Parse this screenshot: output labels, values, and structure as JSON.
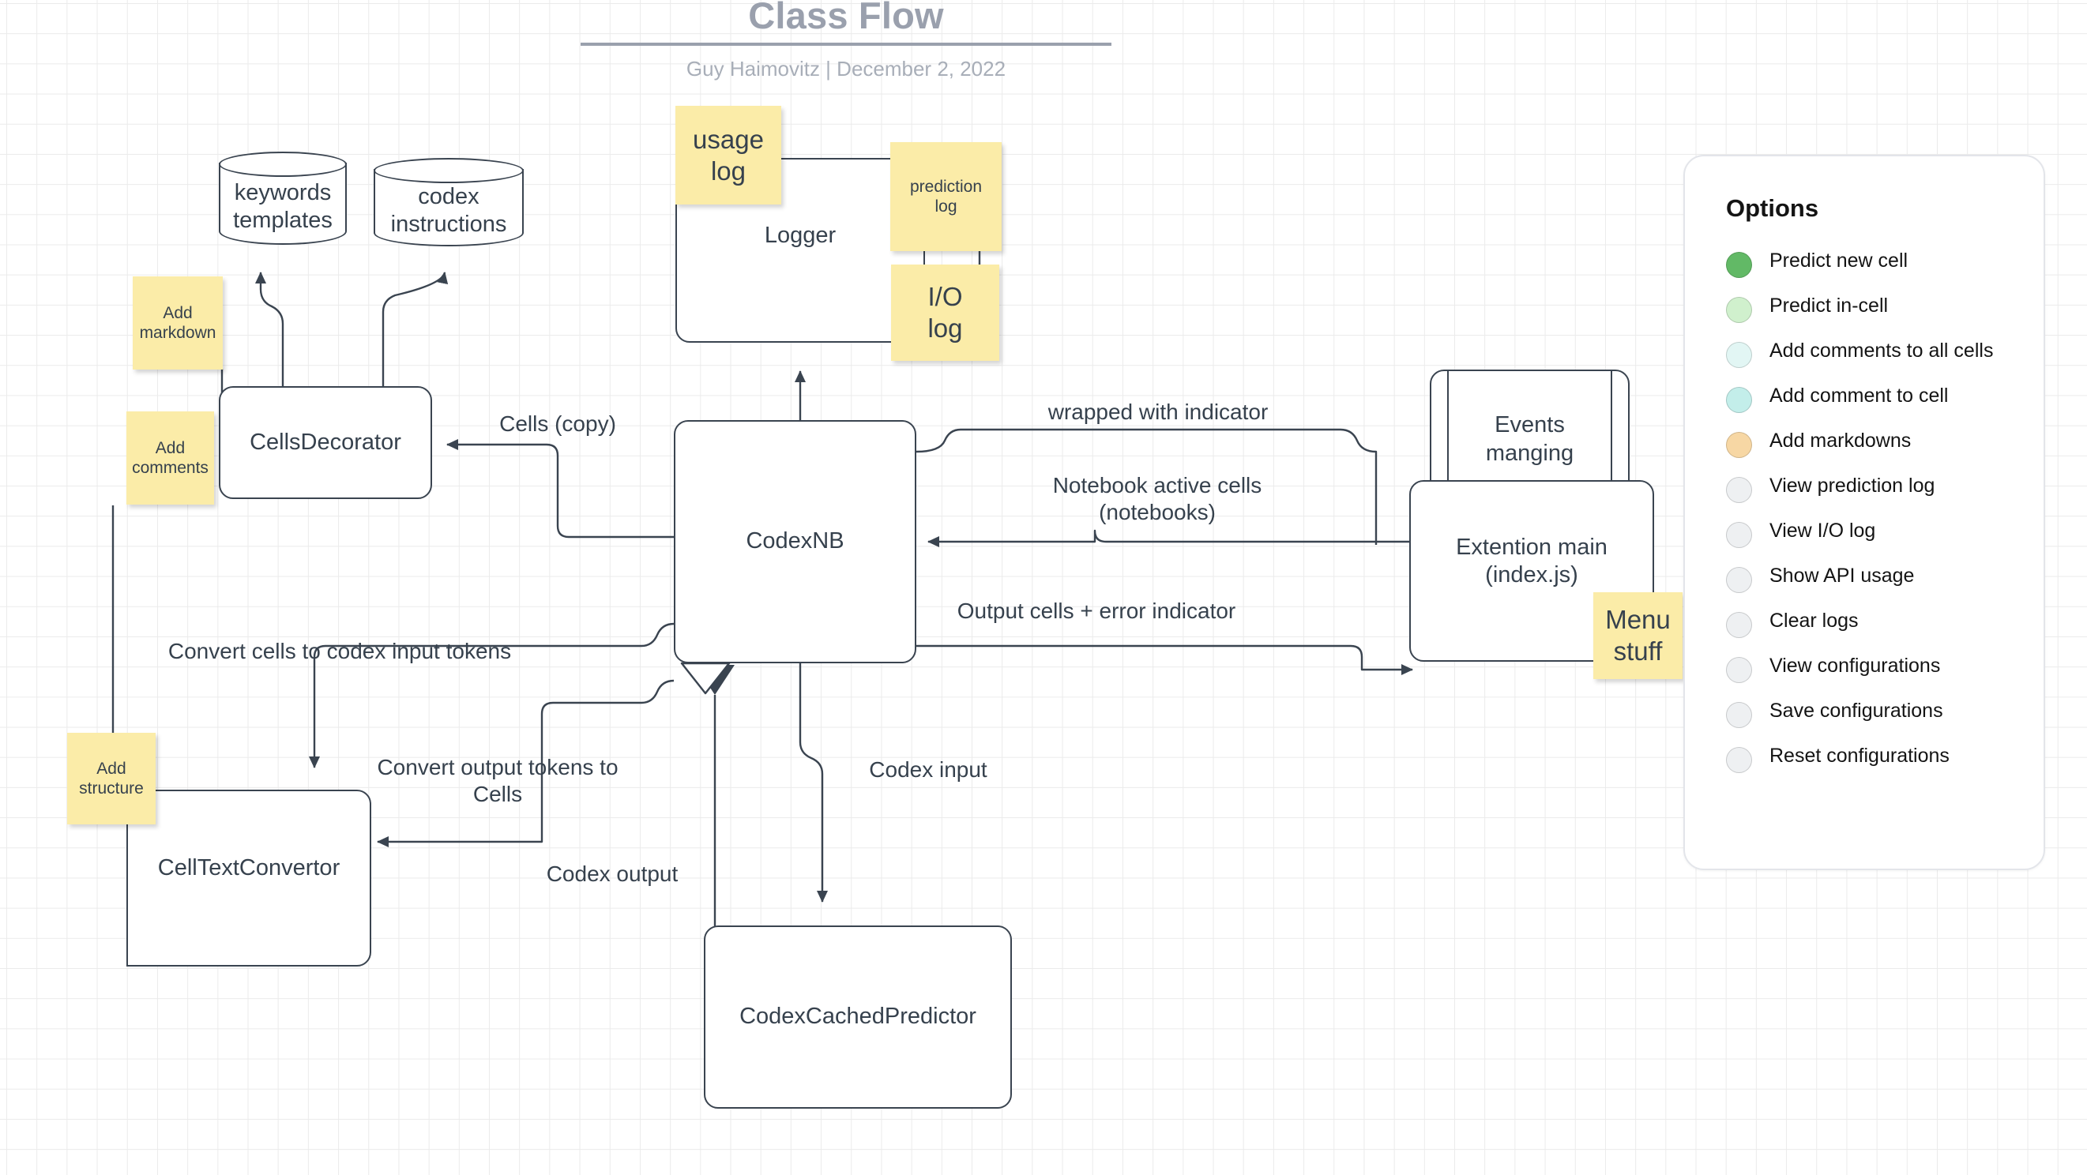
{
  "header": {
    "title": "Class Flow",
    "byline": "Guy Haimovitz  |  December 2, 2022"
  },
  "nodes": {
    "keywords_templates": "keywords\ntemplates",
    "codex_instructions": "codex\ninstructions",
    "cells_decorator": "CellsDecorator",
    "logger": "Logger",
    "codex_nb": "CodexNB",
    "events_managing": "Events\nmanging",
    "extension_main": "Extention main\n(index.js)",
    "cell_text_convertor": "CellTextConvertor",
    "codex_cached_predictor": "CodexCachedPredictor"
  },
  "sticky_notes": {
    "add_markdown": "Add\nmarkdown",
    "add_comments": "Add\ncomments",
    "usage_log": "usage\nlog",
    "prediction_log": "prediction\nlog",
    "io_log": "I/O\nlog",
    "menu_stuff": "Menu\nstuff",
    "add_structure": "Add\nstructure"
  },
  "edge_labels": {
    "cells_copy": "Cells (copy)",
    "wrapped_with_indicator": "wrapped with indicator",
    "notebook_active_cells": "Notebook active cells\n(notebooks)",
    "output_cells_error": "Output cells + error indicator",
    "convert_cells_to_tokens": "Convert cells to codex input tokens",
    "convert_output_tokens": "Convert output tokens to\nCells",
    "codex_output": "Codex output",
    "codex_input": "Codex input"
  },
  "options_panel": {
    "title": "Options",
    "items": [
      {
        "label": "Predict new cell",
        "color": "#62b966"
      },
      {
        "label": "Predict in-cell",
        "color": "#d0f0cd"
      },
      {
        "label": "Add comments to all cells",
        "color": "#e2f6f4"
      },
      {
        "label": "Add comment to cell",
        "color": "#c3eeea"
      },
      {
        "label": "Add markdowns",
        "color": "#f7d7a4"
      },
      {
        "label": "View prediction log",
        "color": "#eef0f2"
      },
      {
        "label": "View I/O log",
        "color": "#eef0f2"
      },
      {
        "label": "Show API usage",
        "color": "#eef0f2"
      },
      {
        "label": "Clear logs",
        "color": "#eef0f2"
      },
      {
        "label": "View configurations",
        "color": "#eef0f2"
      },
      {
        "label": "Save configurations",
        "color": "#eef0f2"
      },
      {
        "label": "Reset configurations",
        "color": "#eef0f2"
      }
    ]
  },
  "colors": {
    "stroke": "#3a4450",
    "sticky": "#fbeca8",
    "title_gray": "#9aa0ad",
    "grid_line": "#ebebeb"
  }
}
